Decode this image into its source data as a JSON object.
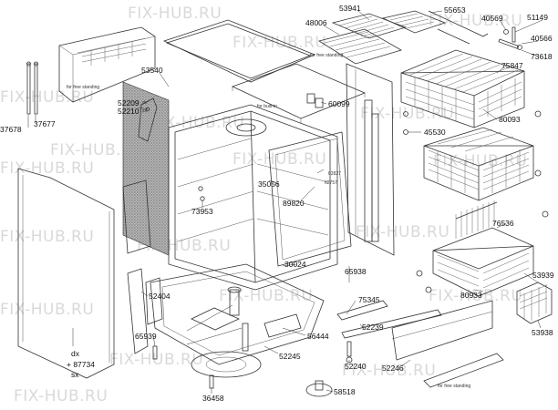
{
  "watermark_text": "FIX-HUB.RU",
  "colors": {
    "line": "#333333",
    "insulation": "#8a8a8a",
    "watermark": "#d9d9d9"
  },
  "notes": {
    "free_standing_top": "for free standing",
    "built_in": "for built-in",
    "free_standing_left": "for free standing",
    "free_standing_bottom": "for free standing"
  },
  "parts": {
    "p53941": "53941",
    "p55653": "55653",
    "p48006": "48006",
    "p40569": "40569",
    "p51149": "51149",
    "p40566": "40566",
    "p73618": "73618",
    "p75847": "75847",
    "p53540": "53540",
    "p52209": "52209",
    "p52210": "52210",
    "p_dx": "dx",
    "p_sx": "sx",
    "p60099": "60099",
    "p80093": "80093",
    "p45530": "45530",
    "p37678": "37678",
    "p37677": "37677",
    "p35056": "35056",
    "p89820": "89820",
    "p62827": "62827",
    "p62757": "62757",
    "p73953": "73953",
    "p76536": "76536",
    "p30024": "30024",
    "p65938": "65938",
    "p53939": "53939",
    "p80933": "80933",
    "p52404": "52404",
    "p75345": "75345",
    "p53938": "53938",
    "p65939": "65939",
    "p56444": "56444",
    "p52239": "52239",
    "p_dx2": "dx",
    "p87734": "+ 87734",
    "p_sx2": "sx",
    "p52240": "52240",
    "p52246": "52246",
    "p52245": "52245",
    "p36458": "36458",
    "p58518": "58518"
  }
}
